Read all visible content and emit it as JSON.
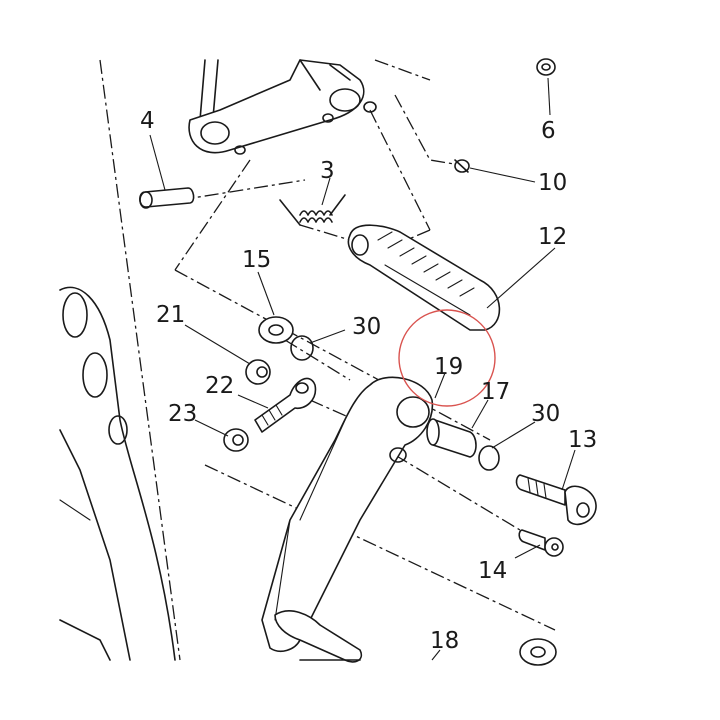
{
  "callouts": [
    {
      "id": "label-4",
      "text": "4"
    },
    {
      "id": "label-6",
      "text": "6"
    },
    {
      "id": "label-3",
      "text": "3"
    },
    {
      "id": "label-10",
      "text": "10"
    },
    {
      "id": "label-12",
      "text": "12"
    },
    {
      "id": "label-15",
      "text": "15"
    },
    {
      "id": "label-21",
      "text": "21"
    },
    {
      "id": "label-30a",
      "text": "30"
    },
    {
      "id": "label-19",
      "text": "19"
    },
    {
      "id": "label-22",
      "text": "22"
    },
    {
      "id": "label-17",
      "text": "17"
    },
    {
      "id": "label-30b",
      "text": "30"
    },
    {
      "id": "label-13",
      "text": "13"
    },
    {
      "id": "label-23",
      "text": "23"
    },
    {
      "id": "label-14",
      "text": "14"
    },
    {
      "id": "label-18",
      "text": "18"
    }
  ],
  "highlight": {
    "part": "19",
    "color": "#d9534f"
  }
}
